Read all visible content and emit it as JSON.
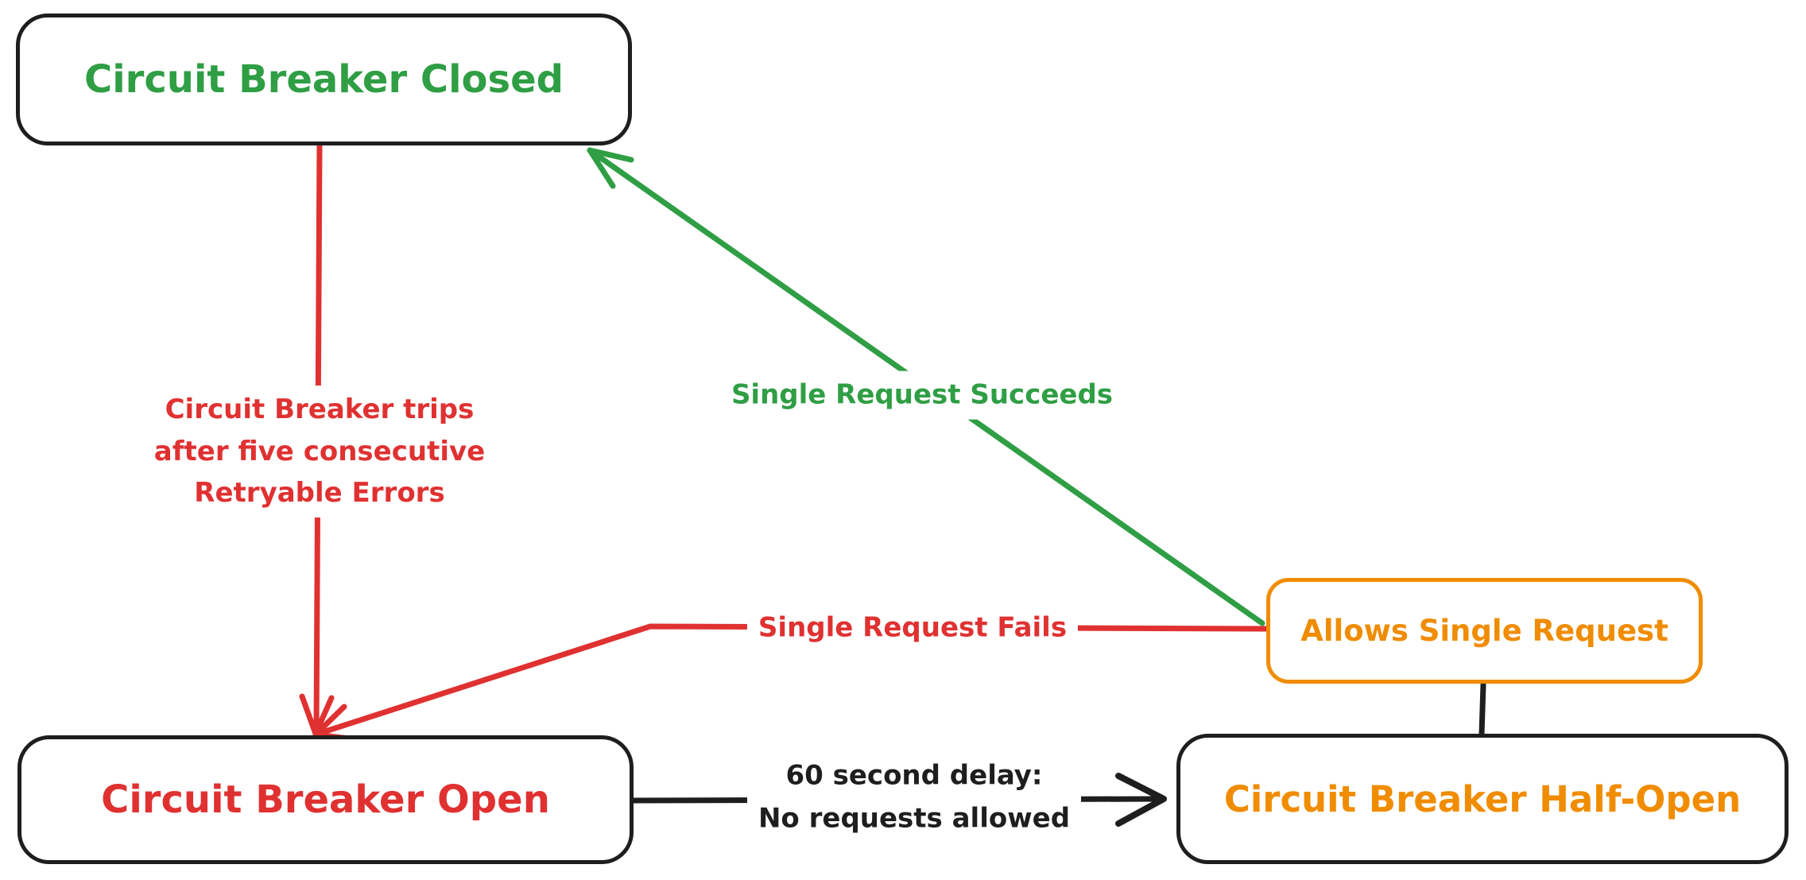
{
  "diagram": {
    "type": "state-diagram",
    "subject": "Circuit Breaker states",
    "background": "#ffffff",
    "palette": {
      "black": "#1e1e1e",
      "red": "#e03131",
      "green": "#2f9e44",
      "orange": "#f08c00"
    },
    "nodes": {
      "closed": {
        "label": "Circuit Breaker Closed",
        "text_color": "#2f9e44",
        "border_color": "#1e1e1e"
      },
      "open": {
        "label": "Circuit Breaker Open",
        "text_color": "#e03131",
        "border_color": "#1e1e1e"
      },
      "halfopen": {
        "label": "Circuit Breaker Half-Open",
        "text_color": "#f08c00",
        "border_color": "#1e1e1e"
      },
      "allows": {
        "label": "Allows Single Request",
        "text_color": "#f08c00",
        "border_color": "#f08c00"
      }
    },
    "edges": {
      "trips": {
        "from": "closed",
        "to": "open",
        "color": "#e03131",
        "label": "Circuit Breaker trips\nafter five consecutive\nRetryable Errors"
      },
      "succeeds": {
        "from": "allows",
        "to": "closed",
        "color": "#2f9e44",
        "label": "Single Request Succeeds"
      },
      "fails": {
        "from": "allows",
        "to": "open",
        "color": "#e03131",
        "label": "Single Request Fails"
      },
      "delay": {
        "from": "open",
        "to": "halfopen",
        "color": "#1e1e1e",
        "label": "60 second delay:\nNo requests allowed"
      },
      "probe": {
        "from": "allows",
        "to": "halfopen",
        "color": "#1e1e1e",
        "label": ""
      }
    }
  }
}
